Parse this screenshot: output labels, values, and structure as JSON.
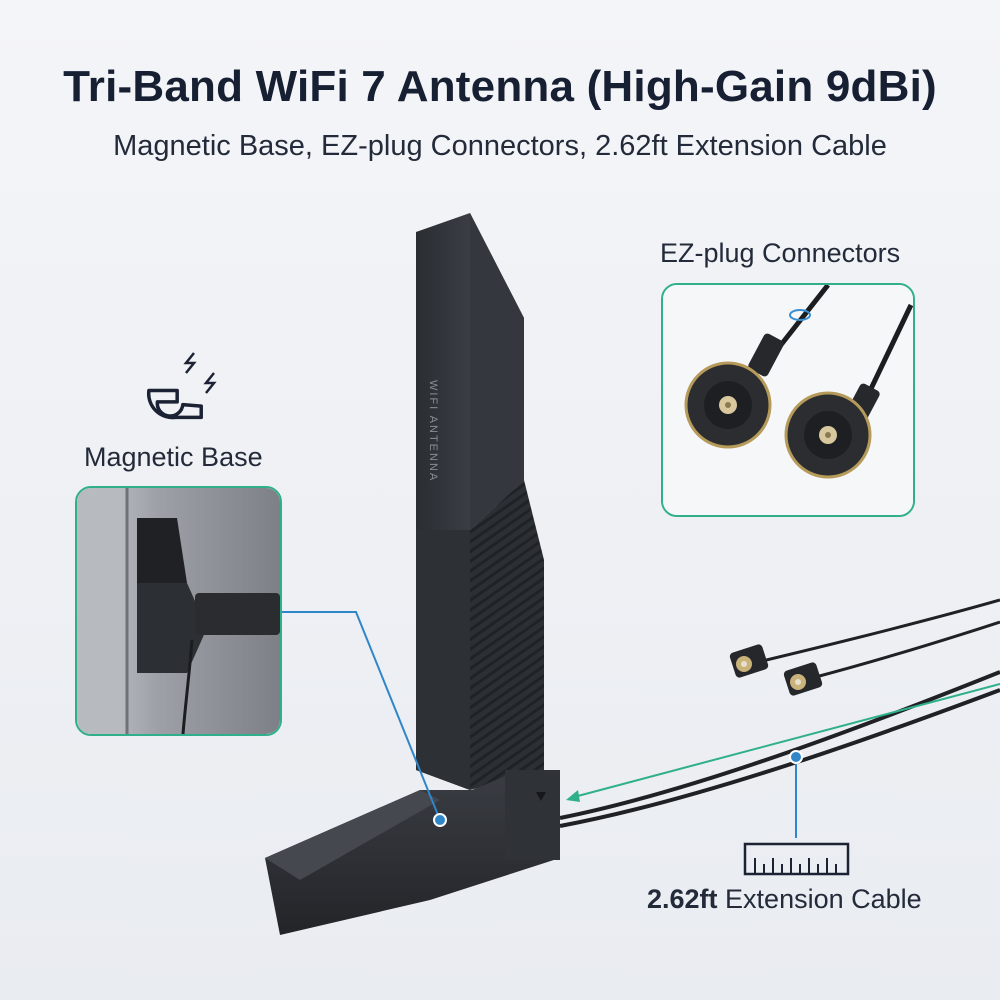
{
  "header": {
    "title": "Tri-Band WiFi 7 Antenna (High-Gain 9dBi)",
    "subtitle": "Magnetic Base, EZ-plug Connectors, 2.62ft Extension Cable"
  },
  "callouts": {
    "ez_plug": "EZ-plug Connectors",
    "magnetic": "Magnetic Base",
    "cable_bold": "2.62ft",
    "cable_rest": " Extension Cable"
  },
  "antenna": {
    "engraving": "WIFI ANTENNA"
  },
  "colors": {
    "accent_teal": "#2fb08a",
    "pointer_blue": "#2f86c8",
    "body_dark": "#2b2e33"
  },
  "icons": [
    "magnet-icon",
    "ruler-icon"
  ]
}
